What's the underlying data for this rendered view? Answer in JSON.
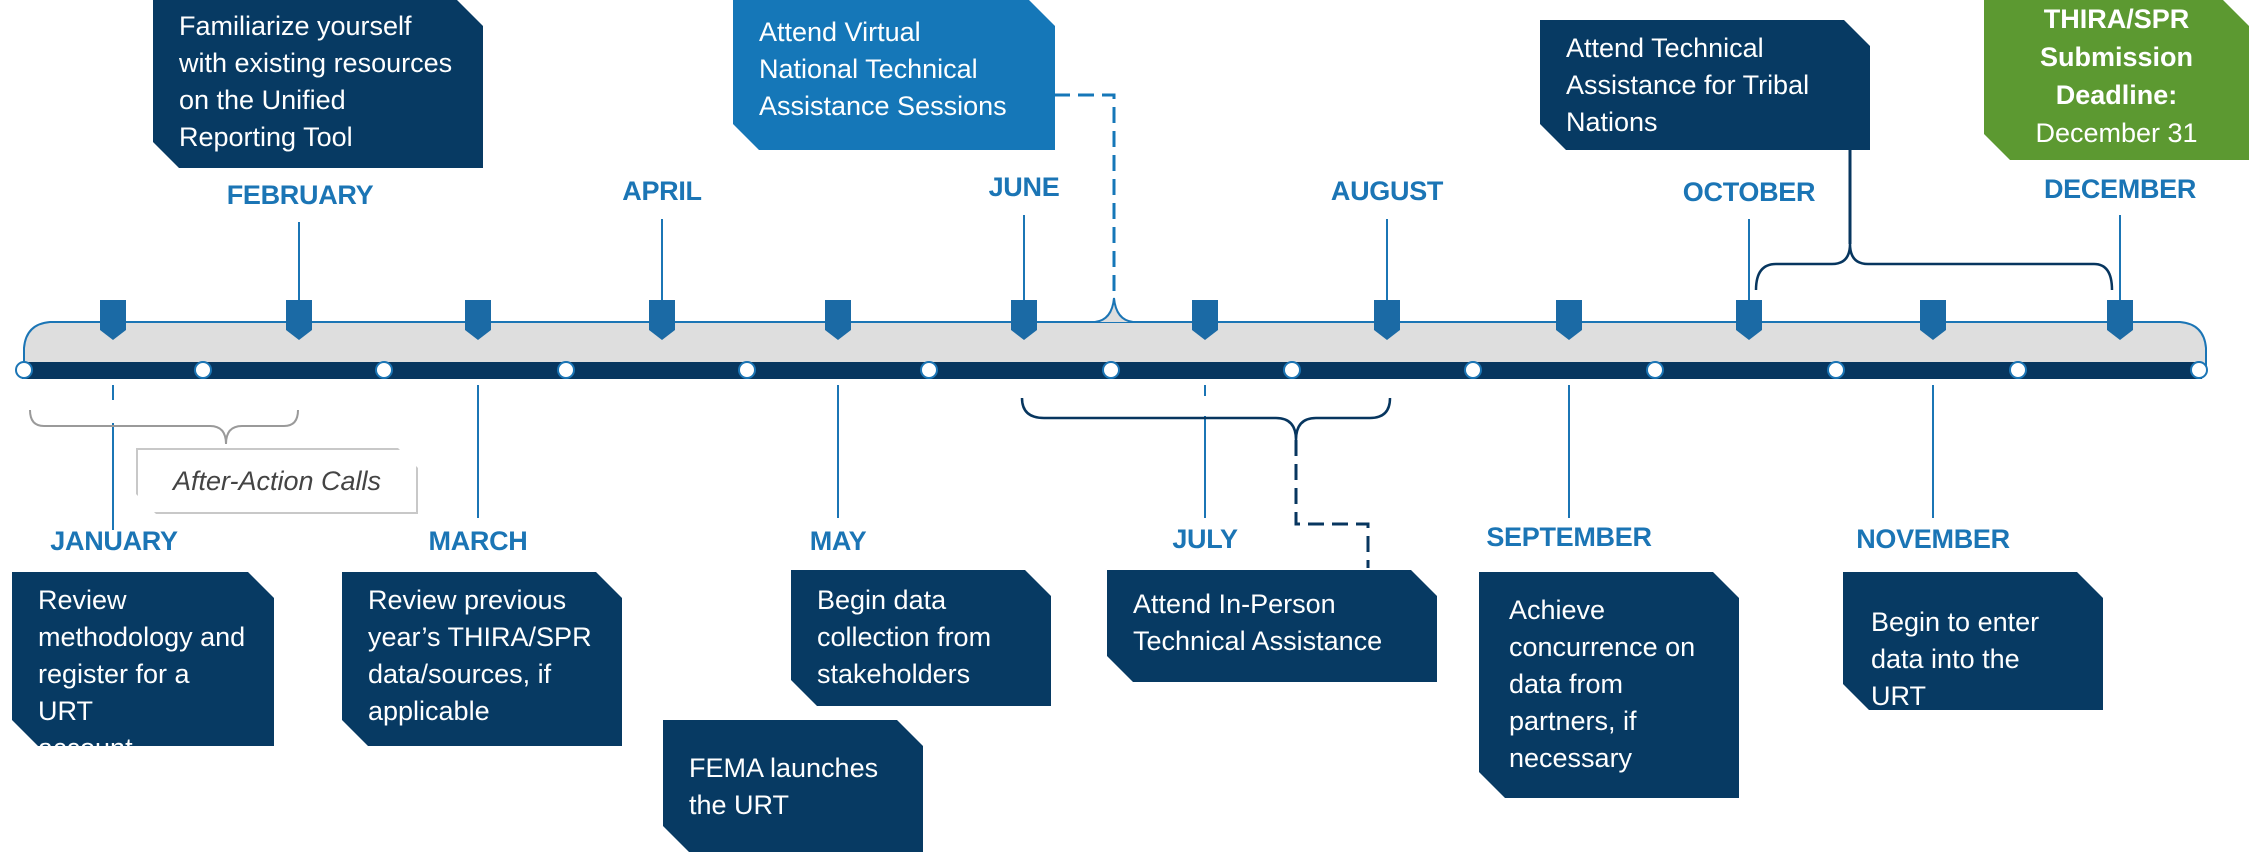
{
  "months": {
    "january": "JANUARY",
    "february": "FEBRUARY",
    "march": "MARCH",
    "april": "APRIL",
    "may": "MAY",
    "june": "JUNE",
    "july": "JULY",
    "august": "AUGUST",
    "september": "SEPTEMBER",
    "october": "OCTOBER",
    "november": "NOVEMBER",
    "december": "DECEMBER"
  },
  "boxes": {
    "familiarize": [
      "Familiarize yourself",
      "with existing resources",
      "on the Unified",
      "Reporting Tool"
    ],
    "virtual_sessions": [
      "Attend Virtual",
      "National Technical",
      "Assistance Sessions"
    ],
    "tribal_nations": [
      "Attend Technical",
      "Assistance for Tribal",
      "Nations"
    ],
    "submission": [
      "THIRA/SPR",
      "Submission",
      "Deadline:",
      "December 31"
    ],
    "review_methodology": [
      "Review",
      "methodology and",
      "register for a URT",
      "account"
    ],
    "review_previous": [
      "Review previous",
      "year’s THIRA/SPR",
      "data/sources, if",
      "applicable"
    ],
    "begin_collection": [
      "Begin data",
      "collection from",
      "stakeholders"
    ],
    "fema_launches": [
      "FEMA launches",
      "the URT"
    ],
    "in_person": [
      "Attend In-Person",
      "Technical Assistance"
    ],
    "concurrence": [
      "Achieve",
      "concurrence on",
      "data from",
      "partners, if",
      "necessary"
    ],
    "begin_enter": [
      "Begin to enter",
      "data into the URT"
    ]
  },
  "after_action_calls": "After-Action Calls",
  "colors": {
    "navy": "#073a63",
    "blue": "#1577b8",
    "green": "#5c9931",
    "bar": "#07365f",
    "band": "#dedede",
    "month_text": "#1b75b5"
  }
}
